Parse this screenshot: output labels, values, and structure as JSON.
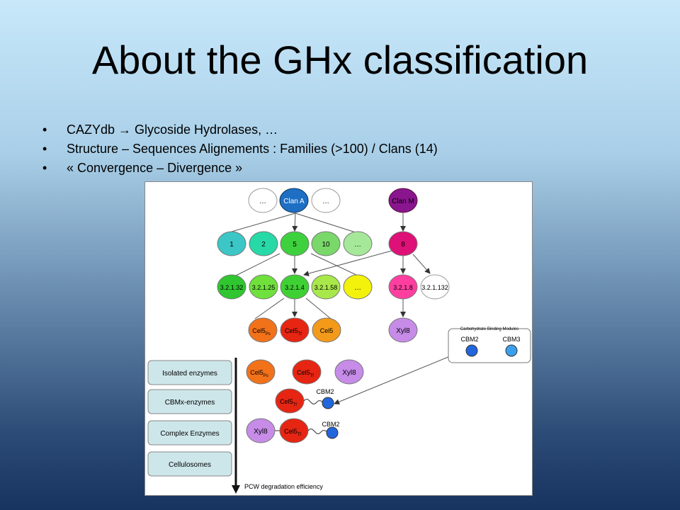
{
  "slide": {
    "title": "About the GHx classification",
    "bullets": [
      "CAZYdb → Glycoside Hydrolases, …",
      "Structure – Sequences Alignements : Families (>100) / Clans (14)",
      "« Convergence – Divergence »"
    ],
    "bullet_marker": "•"
  },
  "diagram": {
    "clans": [
      "…",
      "Clan A",
      "…",
      "Clan M"
    ],
    "families": [
      "1",
      "2",
      "5",
      "10",
      "…",
      "8"
    ],
    "ec_numbers": [
      "3.2.1.32",
      "3.2.1.25",
      "3.2.1.4",
      "3.2.1.58",
      "…",
      "3.2.1.8",
      "3.2.1.132"
    ],
    "enzymes": {
      "cel5_base": "Cel5",
      "cel5_ps_sub": "Ps",
      "cel5_tf_sub": "Tf",
      "cel5_plain": "Cel5",
      "xyl8": "Xyl8"
    },
    "cbm_box": {
      "title": "Carbohydrate Binding Modules",
      "cbm2": "CBM2",
      "cbm3": "CBM3"
    },
    "categories": [
      "Isolated enzymes",
      "CBMx-enzymes",
      "Complex Enzymes",
      "Cellulosomes"
    ],
    "cbm_label": "CBM2",
    "arrow_label": "PCW degradation efficiency",
    "colors": {
      "clan_a": "#1e6fc4",
      "clan_m": "#8a168f",
      "fam_1": "#3cc6c6",
      "fam_2": "#27d9a6",
      "fam_5": "#3ed13e",
      "fam_10": "#7ad86a",
      "fam_dots": "#a6e89a",
      "fam_8": "#dd1177",
      "ec_32": "#2fc62f",
      "ec_25": "#6fe03c",
      "ec_4": "#3fd134",
      "ec_58": "#a8e84a",
      "ec_dots": "#f2f20c",
      "ec_8": "#ff3fa0",
      "cel5_ps": "#f2721a",
      "cel5_tf": "#e62512",
      "cel5": "#f39a1a",
      "xyl8": "#c68ce8",
      "cbm2": "#2266dd",
      "cbm3": "#3aa0ee",
      "category_fill": "#cde6ea"
    }
  }
}
